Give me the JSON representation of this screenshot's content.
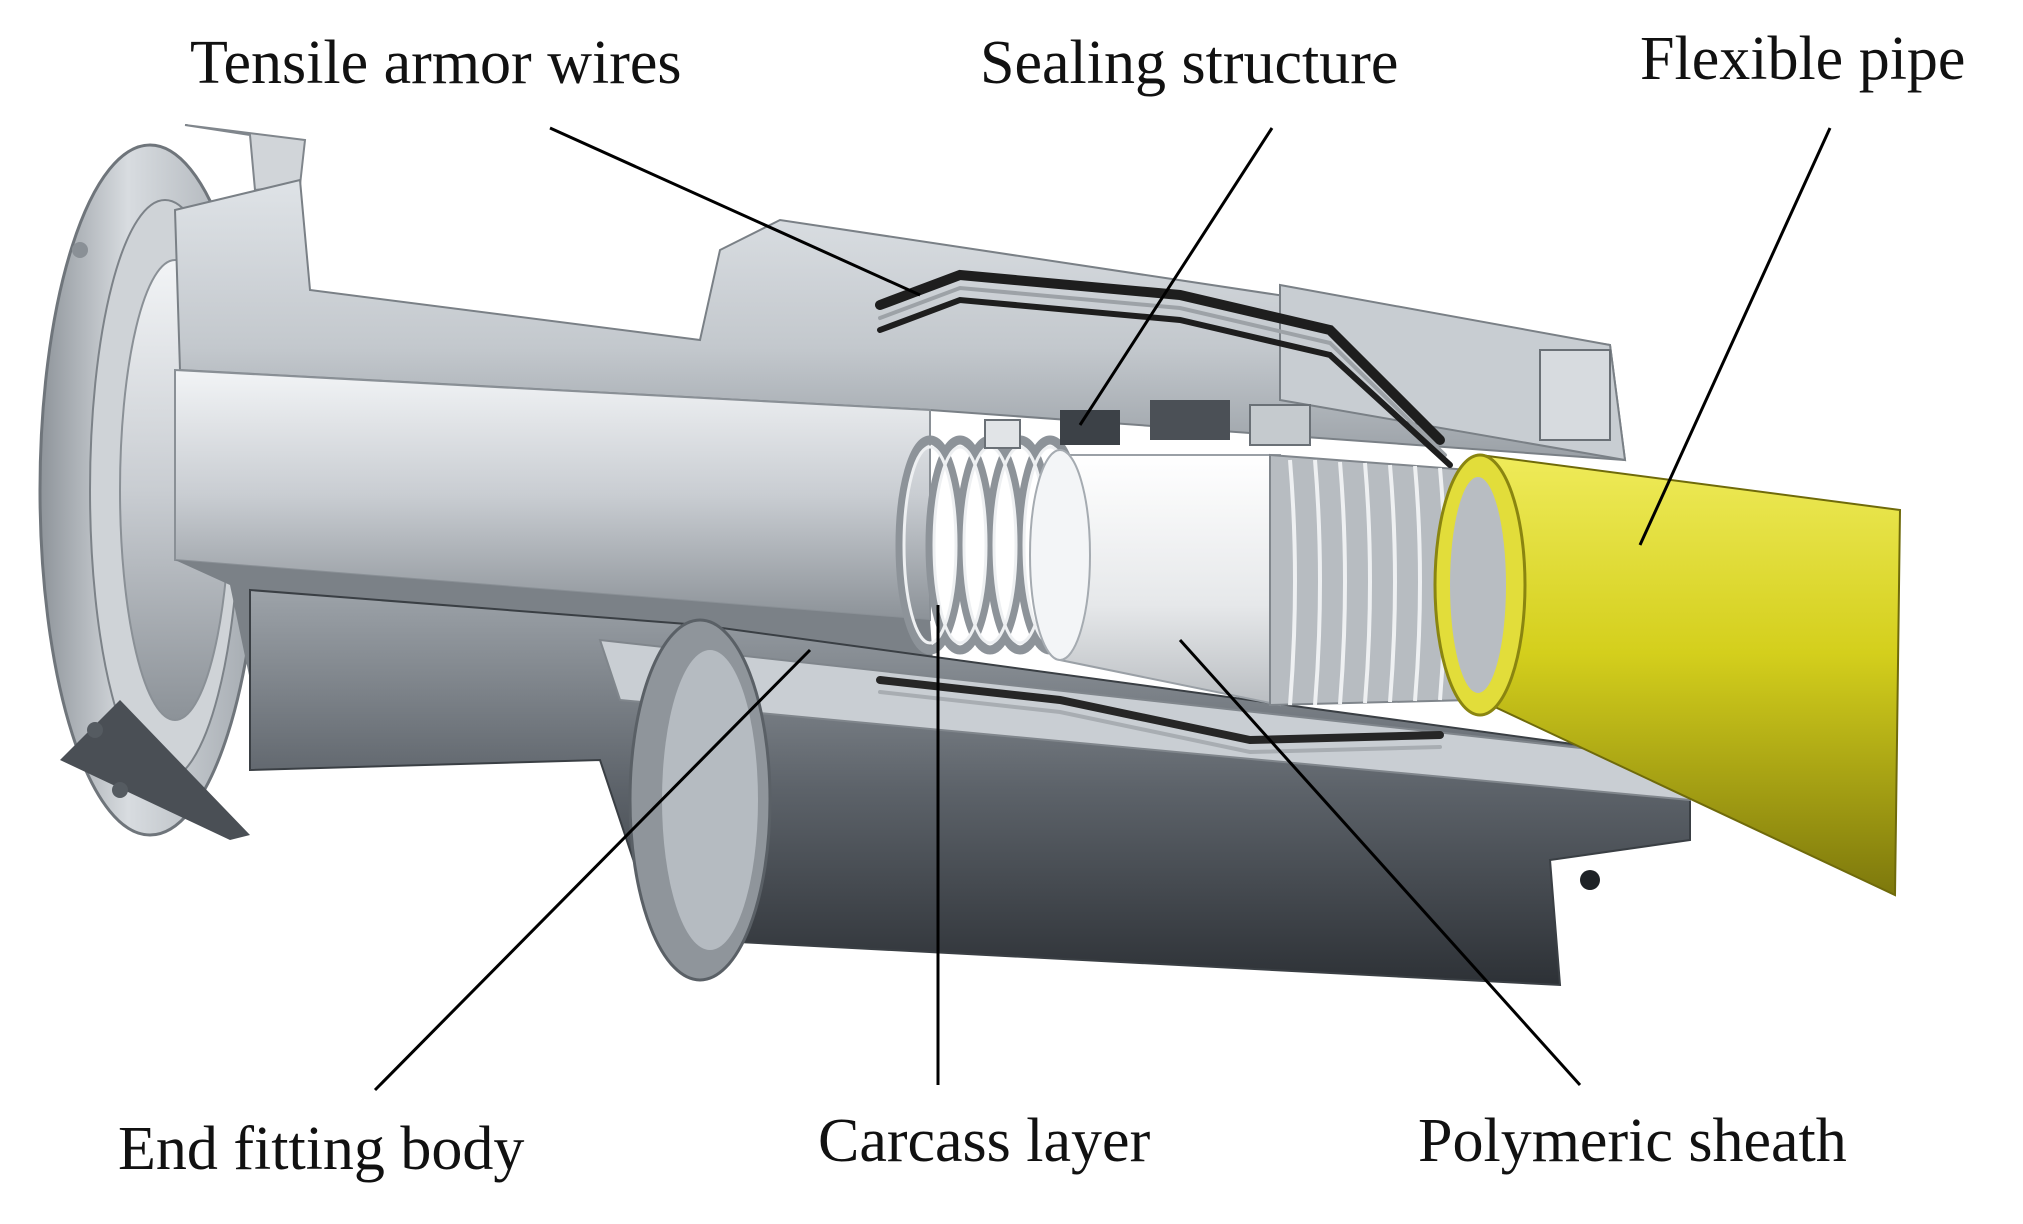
{
  "labels": {
    "tensile_armor_wires": "Tensile armor wires",
    "sealing_structure": "Sealing structure",
    "flexible_pipe": "Flexible pipe",
    "end_fitting_body": "End fitting body",
    "carcass_layer": "Carcass layer",
    "polymeric_sheath": "Polymeric sheath"
  },
  "colors": {
    "background": "#ffffff",
    "text": "#111111",
    "leader_line": "#000000",
    "steel_light": "#e4e7ea",
    "steel_mid": "#b8bdc3",
    "steel_dark": "#5b6066",
    "pipe_yellow": "#d4cf1c",
    "pipe_yellow_dark": "#8a8510",
    "armor_wire": "#2a2a2a"
  }
}
